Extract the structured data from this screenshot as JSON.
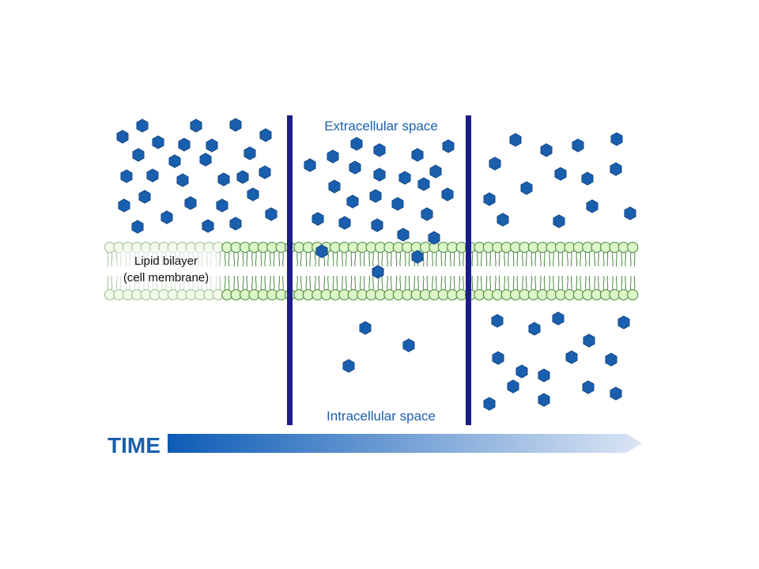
{
  "labels": {
    "extracellular": "Extracellular space",
    "intracellular": "Intracellular space",
    "membrane_line1": "Lipid bilayer",
    "membrane_line2": "(cell membrane)",
    "time": "TIME"
  },
  "colors": {
    "molecule": "#1a5fae",
    "molecule_stroke": "#0d3f7a",
    "divider": "#1c1c8a",
    "lipid_head_fill": "#dcf7c8",
    "lipid_head_stroke": "#4e8a42",
    "lipid_head_fill_faded": "#f2fbea",
    "lipid_head_stroke_faded": "#9fbf98",
    "label_blue": "#1a5fae",
    "time_text": "#1a5fae",
    "arrow_start": "#0d5cb6",
    "arrow_end": "#dbe5f4"
  },
  "icons": {
    "molecule": "hexagon-icon",
    "lipid": "phospholipid-icon",
    "arrow": "arrow-right-icon"
  }
}
